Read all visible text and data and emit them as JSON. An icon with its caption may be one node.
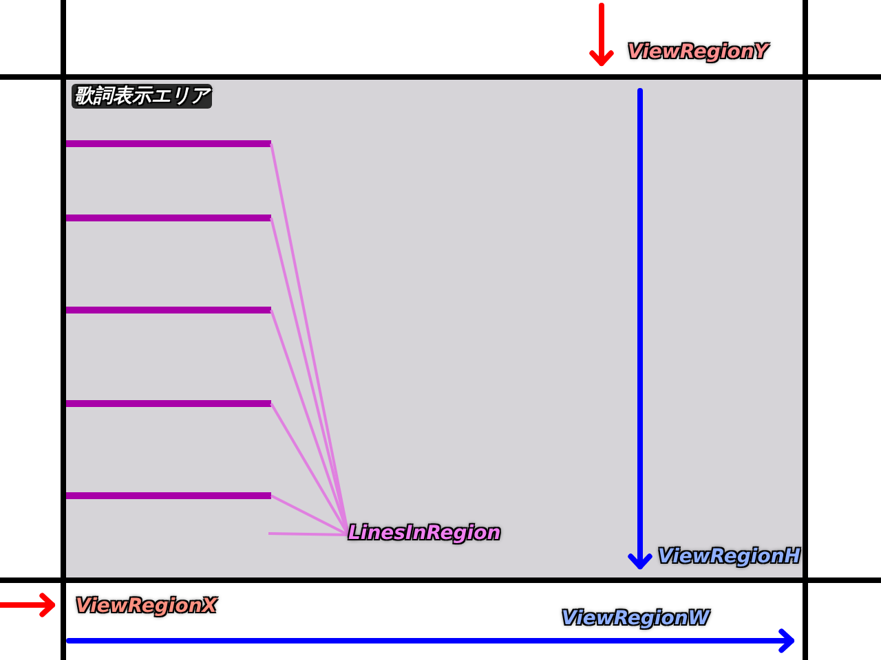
{
  "diagram": {
    "nodes": [
      {
        "text": [
          "歌詞表示エリア"
        ]
      },
      {
        "text": [],
        "shape": "bar",
        "in": 0
      },
      {
        "text": [],
        "shape": "bar",
        "in": 0
      },
      {
        "text": [],
        "shape": "bar",
        "in": 0
      },
      {
        "text": [],
        "shape": "bar",
        "in": 0
      },
      {
        "text": [],
        "shape": "bar",
        "in": 0
      },
      {
        "text": [
          "LinesInRegion"
        ],
        "in": 0
      }
    ],
    "edges": [
      {
        "from": 6,
        "to": 1,
        "arrow": "none"
      },
      {
        "from": 6,
        "to": 2,
        "arrow": "none"
      },
      {
        "from": 6,
        "to": 3,
        "arrow": "none"
      },
      {
        "from": 6,
        "to": 4,
        "arrow": "none"
      },
      {
        "from": 6,
        "to": 5,
        "arrow": "none"
      },
      {
        "from": 6,
        "to": null,
        "arrow": "none"
      }
    ],
    "labels": [
      "ViewRegionY",
      "ViewRegionH",
      "ViewRegionX",
      "ViewRegionW"
    ]
  }
}
